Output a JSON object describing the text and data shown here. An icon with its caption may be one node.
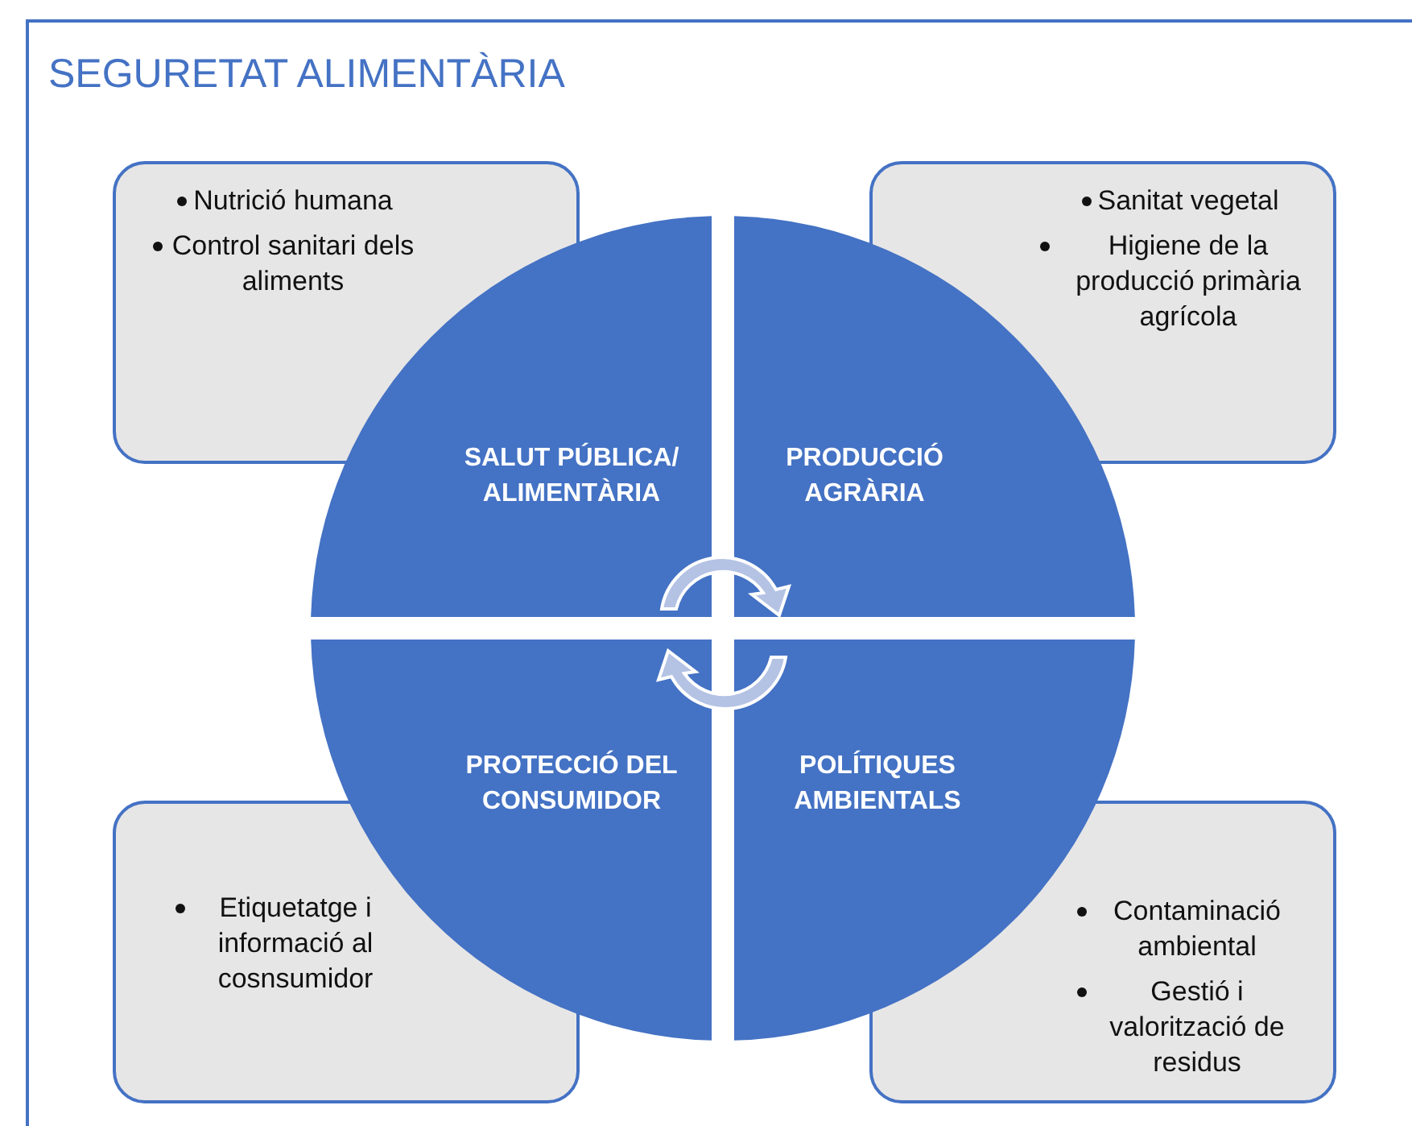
{
  "diagram": {
    "title": "SEGURETAT ALIMENTÀRIA",
    "nodes": [
      {
        "text": [
          "Nutrició humana",
          "Control sanitari dels aliments"
        ]
      },
      {
        "text": [
          "Sanitat vegetal",
          "Higiene de la producció primària agrícola"
        ]
      },
      {
        "text": [
          "SALUT PÚBLICA/ ALIMENTÀRIA"
        ]
      },
      {
        "text": [
          "PRODUCCIÓ AGRÀRIA"
        ]
      },
      {
        "text": [
          "PROTECCIÓ DEL CONSUMIDOR"
        ]
      },
      {
        "text": [
          "POLÍTIQUES AMBIENTALS"
        ]
      },
      {
        "text": [
          "Etiquetatge i informació al cosnsumidor"
        ]
      },
      {
        "text": [
          "Contaminació ambiental",
          "Gestió i valorització de residus"
        ]
      }
    ]
  }
}
